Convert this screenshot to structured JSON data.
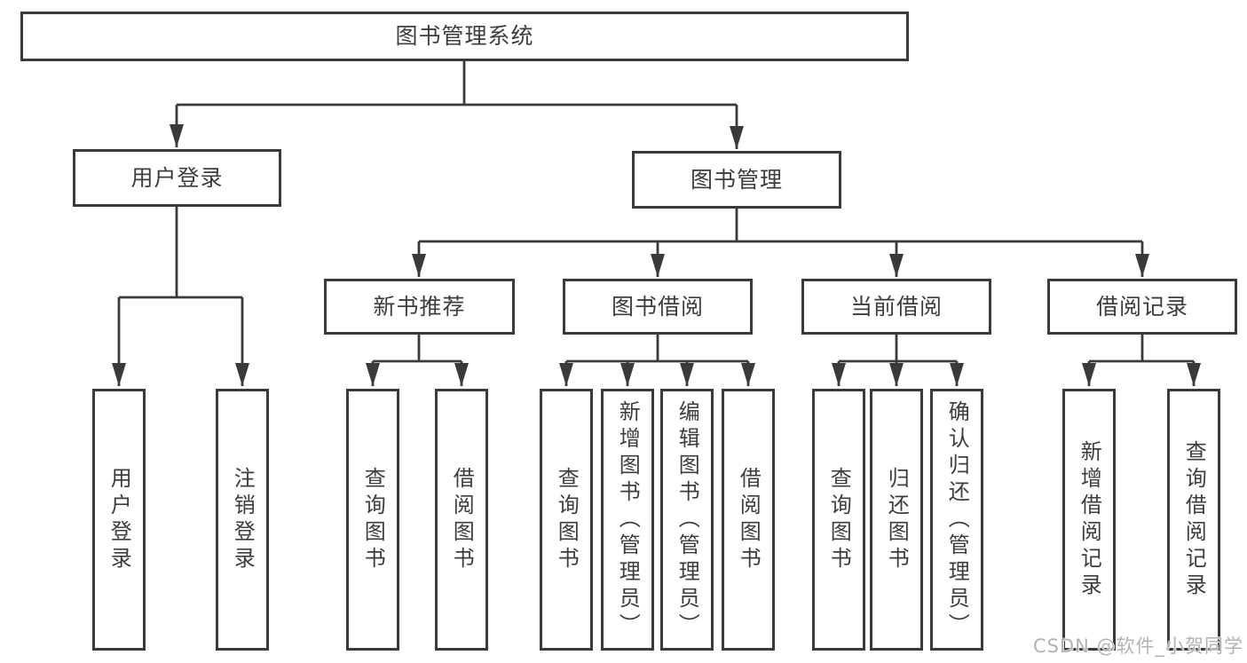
{
  "tree": {
    "label": "图书管理系统",
    "children": [
      {
        "label": "用户登录",
        "children": [
          {
            "label": "用户登录"
          },
          {
            "label": "注销登录"
          }
        ]
      },
      {
        "label": "图书管理",
        "children": [
          {
            "label": "新书推荐",
            "children": [
              {
                "label": "查询图书"
              },
              {
                "label": "借阅图书"
              }
            ]
          },
          {
            "label": "图书借阅",
            "children": [
              {
                "label": "查询图书"
              },
              {
                "label": "新增图书（管理员）"
              },
              {
                "label": "编辑图书（管理员）"
              },
              {
                "label": "借阅图书"
              }
            ]
          },
          {
            "label": "当前借阅",
            "children": [
              {
                "label": "查询图书"
              },
              {
                "label": "归还图书"
              },
              {
                "label": "确认归还（管理员）"
              }
            ]
          },
          {
            "label": "借阅记录",
            "children": [
              {
                "label": "新增借阅记录"
              },
              {
                "label": "查询借阅记录"
              }
            ]
          }
        ]
      }
    ]
  },
  "watermark": {
    "text": "CSDN @软件_小贺同学"
  },
  "colors": {
    "line": "#3a3a3a",
    "node_border": "#3a3a3a",
    "node_fill": "#ffffff",
    "text": "#3d3d3d",
    "watermark": "#b3b3b3",
    "background": "#ffffff"
  }
}
